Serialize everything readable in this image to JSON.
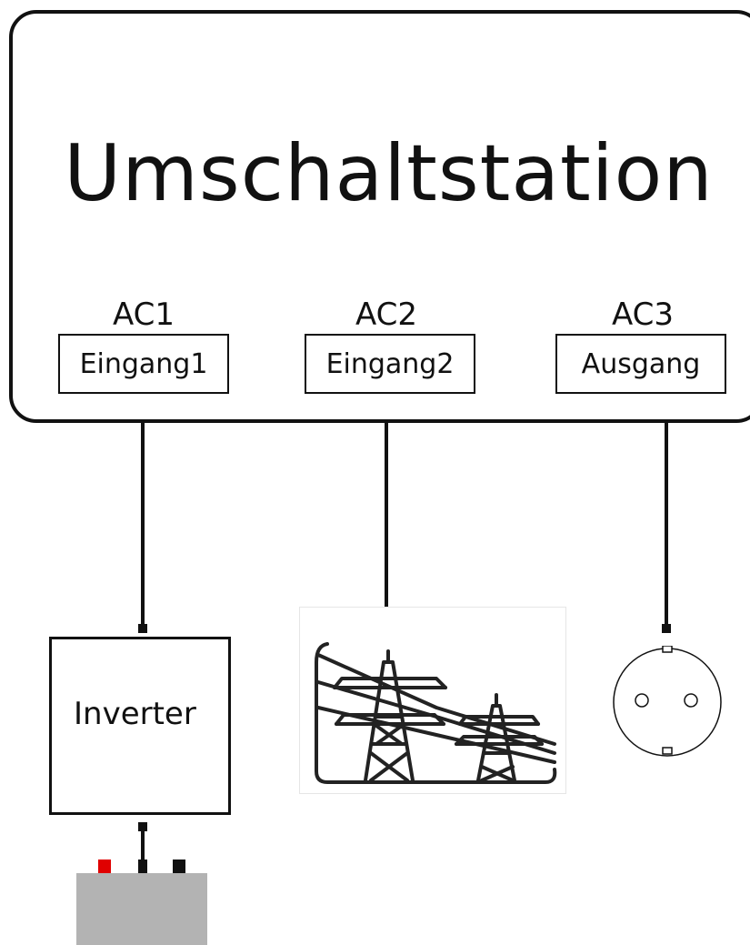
{
  "station": {
    "title": "Umschaltstation"
  },
  "ports": [
    {
      "id": "AC1",
      "label": "AC1",
      "box": "Eingang1"
    },
    {
      "id": "AC2",
      "label": "AC2",
      "box": "Eingang2"
    },
    {
      "id": "AC3",
      "label": "AC3",
      "box": "Ausgang"
    }
  ],
  "devices": {
    "inverter": "Inverter",
    "grid_icon": "power-pylon-icon",
    "socket_icon": "power-socket-icon",
    "battery_icon": "battery-icon"
  },
  "colors": {
    "line": "#111111",
    "battery_body": "#b3b3b3",
    "battery_positive": "#e00000"
  }
}
